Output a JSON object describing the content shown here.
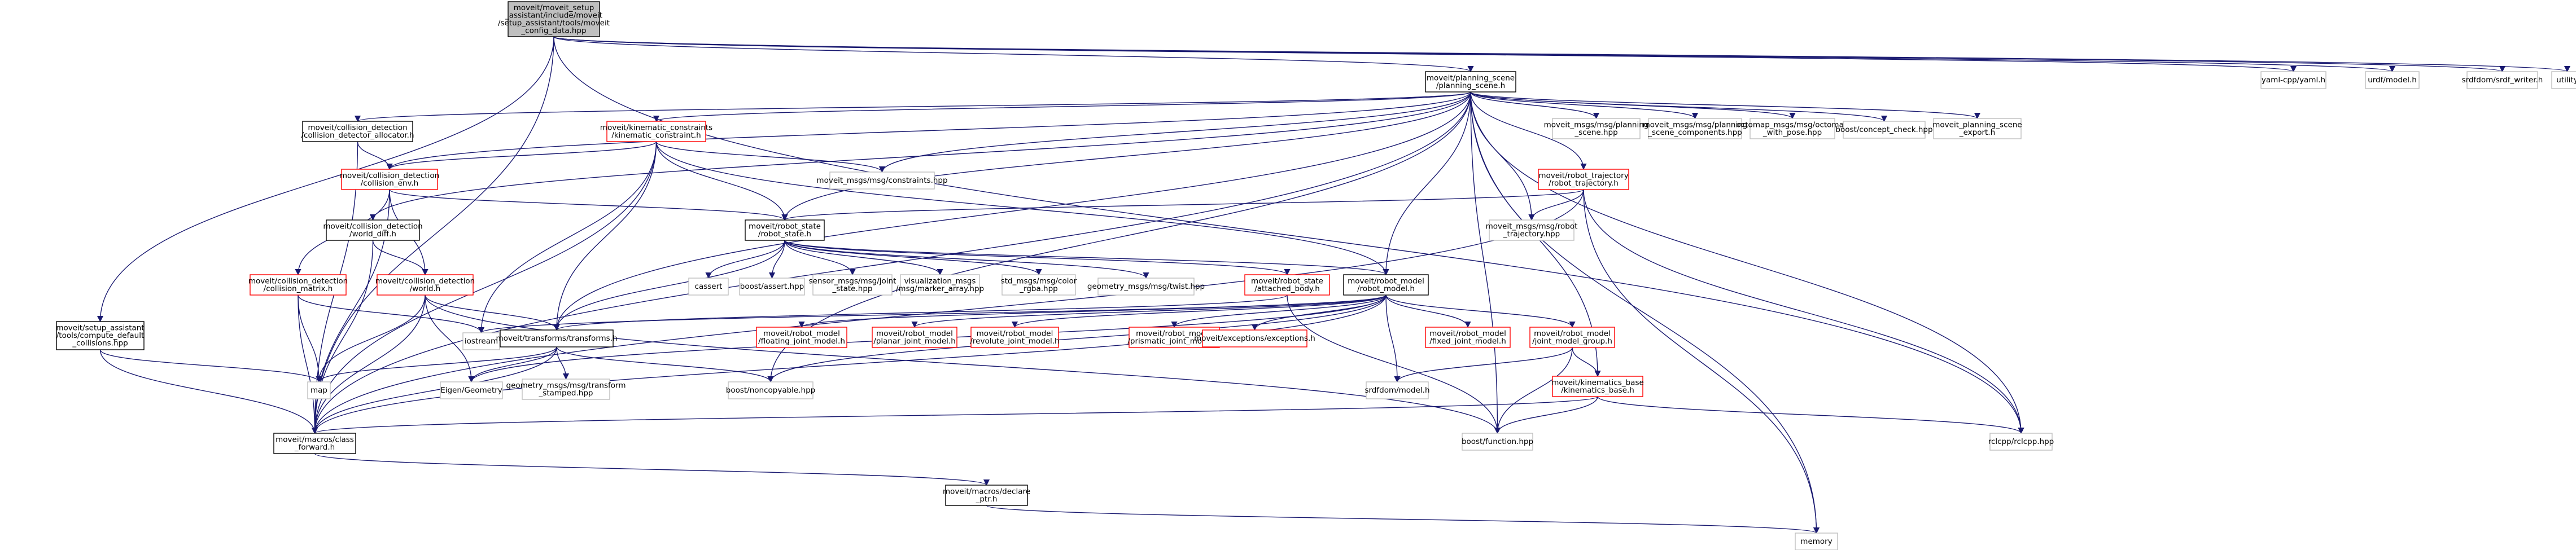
{
  "colors": {
    "root_fill": "#bfbfbf",
    "root_border": "#000000",
    "documented_border": "#000000",
    "documented_fill": "#ffffff",
    "incomplete_border": "#ff0000",
    "external_border": "#bfbfbf",
    "edge": "#191970",
    "text": "#000000"
  },
  "nodes": [
    {
      "id": "root",
      "style": "root",
      "lines": [
        "moveit/moveit_setup",
        "_assistant/include/moveit",
        "/setup_assistant/tools/moveit",
        "_config_data.hpp"
      ]
    },
    {
      "id": "planning_scene",
      "style": "doc",
      "lines": [
        "moveit/planning_scene",
        "/planning_scene.h"
      ]
    },
    {
      "id": "yaml_cpp",
      "style": "ext",
      "lines": [
        "yaml-cpp/yaml.h"
      ]
    },
    {
      "id": "urdf_model",
      "style": "ext",
      "lines": [
        "urdf/model.h"
      ]
    },
    {
      "id": "srdf_writer",
      "style": "ext",
      "lines": [
        "srdfdom/srdf_writer.h"
      ]
    },
    {
      "id": "utility",
      "style": "ext",
      "lines": [
        "utility"
      ]
    },
    {
      "id": "cd_allocator",
      "style": "doc",
      "lines": [
        "moveit/collision_detection",
        "/collision_detector_allocator.h"
      ]
    },
    {
      "id": "kinematic_constraint",
      "style": "inc",
      "lines": [
        "moveit/kinematic_constraints",
        "/kinematic_constraint.h"
      ]
    },
    {
      "id": "msg_planning_scene",
      "style": "ext",
      "lines": [
        "moveit_msgs/msg/planning",
        "_scene.hpp"
      ]
    },
    {
      "id": "msg_ps_components",
      "style": "ext",
      "lines": [
        "moveit_msgs/msg/planning",
        "_scene_components.hpp"
      ]
    },
    {
      "id": "octomap_msg",
      "style": "ext",
      "lines": [
        "octomap_msgs/msg/octomap",
        "_with_pose.hpp"
      ]
    },
    {
      "id": "concept_check",
      "style": "ext",
      "lines": [
        "boost/concept_check.hpp"
      ]
    },
    {
      "id": "ps_export",
      "style": "ext",
      "lines": [
        "moveit_planning_scene",
        "_export.h"
      ]
    },
    {
      "id": "collision_env",
      "style": "inc",
      "lines": [
        "moveit/collision_detection",
        "/collision_env.h"
      ]
    },
    {
      "id": "msg_constraints",
      "style": "ext",
      "lines": [
        "moveit_msgs/msg/constraints.hpp"
      ]
    },
    {
      "id": "robot_trajectory",
      "style": "inc",
      "lines": [
        "moveit/robot_trajectory",
        "/robot_trajectory.h"
      ]
    },
    {
      "id": "world_diff",
      "style": "doc",
      "lines": [
        "moveit/collision_detection",
        "/world_diff.h"
      ]
    },
    {
      "id": "robot_state",
      "style": "doc",
      "lines": [
        "moveit/robot_state",
        "/robot_state.h"
      ]
    },
    {
      "id": "msg_robot_trajectory",
      "style": "ext",
      "lines": [
        "moveit_msgs/msg/robot",
        "_trajectory.hpp"
      ]
    },
    {
      "id": "collision_matrix",
      "style": "inc",
      "lines": [
        "moveit/collision_detection",
        "/collision_matrix.h"
      ]
    },
    {
      "id": "world",
      "style": "inc",
      "lines": [
        "moveit/collision_detection",
        "/world.h"
      ]
    },
    {
      "id": "cassert",
      "style": "ext",
      "lines": [
        "cassert"
      ]
    },
    {
      "id": "boost_assert",
      "style": "ext",
      "lines": [
        "boost/assert.hpp"
      ]
    },
    {
      "id": "sensor_joint_state",
      "style": "ext",
      "lines": [
        "sensor_msgs/msg/joint",
        "_state.hpp"
      ]
    },
    {
      "id": "viz_marker",
      "style": "ext",
      "lines": [
        "visualization_msgs",
        "/msg/marker_array.hpp"
      ]
    },
    {
      "id": "std_color",
      "style": "ext",
      "lines": [
        "std_msgs/msg/color",
        "_rgba.hpp"
      ]
    },
    {
      "id": "geom_twist",
      "style": "ext",
      "lines": [
        "geometry_msgs/msg/twist.hpp"
      ]
    },
    {
      "id": "attached_body",
      "style": "inc",
      "lines": [
        "moveit/robot_state",
        "/attached_body.h"
      ]
    },
    {
      "id": "robot_model",
      "style": "doc",
      "lines": [
        "moveit/robot_model",
        "/robot_model.h"
      ]
    },
    {
      "id": "compute_collisions",
      "style": "doc",
      "lines": [
        "moveit/setup_assistant",
        "/tools/compute_default",
        "_collisions.hpp"
      ]
    },
    {
      "id": "iostream",
      "style": "ext",
      "lines": [
        "iostream"
      ]
    },
    {
      "id": "transforms",
      "style": "doc",
      "lines": [
        "moveit/transforms/transforms.h"
      ]
    },
    {
      "id": "floating_joint",
      "style": "inc",
      "lines": [
        "moveit/robot_model",
        "/floating_joint_model.h"
      ]
    },
    {
      "id": "planar_joint",
      "style": "inc",
      "lines": [
        "moveit/robot_model",
        "/planar_joint_model.h"
      ]
    },
    {
      "id": "revolute_joint",
      "style": "inc",
      "lines": [
        "moveit/robot_model",
        "/revolute_joint_model.h"
      ]
    },
    {
      "id": "prismatic_joint",
      "style": "inc",
      "lines": [
        "moveit/robot_model",
        "/prismatic_joint_model.h"
      ]
    },
    {
      "id": "exceptions",
      "style": "inc",
      "lines": [
        "moveit/exceptions/exceptions.h"
      ]
    },
    {
      "id": "fixed_joint",
      "style": "inc",
      "lines": [
        "moveit/robot_model",
        "/fixed_joint_model.h"
      ]
    },
    {
      "id": "joint_model_group",
      "style": "inc",
      "lines": [
        "moveit/robot_model",
        "/joint_model_group.h"
      ]
    },
    {
      "id": "map",
      "style": "ext",
      "lines": [
        "map"
      ]
    },
    {
      "id": "eigen",
      "style": "ext",
      "lines": [
        "Eigen/Geometry"
      ]
    },
    {
      "id": "geom_transform",
      "style": "ext",
      "lines": [
        "geometry_msgs/msg/transform",
        "_stamped.hpp"
      ]
    },
    {
      "id": "noncopyable",
      "style": "ext",
      "lines": [
        "boost/noncopyable.hpp"
      ]
    },
    {
      "id": "srdf_model",
      "style": "ext",
      "lines": [
        "srdfdom/model.h"
      ]
    },
    {
      "id": "kinematics_base",
      "style": "inc",
      "lines": [
        "moveit/kinematics_base",
        "/kinematics_base.h"
      ]
    },
    {
      "id": "class_forward",
      "style": "doc",
      "lines": [
        "moveit/macros/class",
        "_forward.h"
      ]
    },
    {
      "id": "boost_function",
      "style": "ext",
      "lines": [
        "boost/function.hpp"
      ]
    },
    {
      "id": "rclcpp",
      "style": "ext",
      "lines": [
        "rclcpp/rclcpp.hpp"
      ]
    },
    {
      "id": "declare_ptr",
      "style": "doc",
      "lines": [
        "moveit/macros/declare",
        "_ptr.h"
      ]
    },
    {
      "id": "memory",
      "style": "ext",
      "lines": [
        "memory"
      ]
    }
  ],
  "edges": [
    [
      "root",
      "planning_scene"
    ],
    [
      "root",
      "yaml_cpp"
    ],
    [
      "root",
      "urdf_model"
    ],
    [
      "root",
      "srdf_writer"
    ],
    [
      "root",
      "utility"
    ],
    [
      "root",
      "compute_collisions"
    ],
    [
      "root",
      "class_forward"
    ],
    [
      "root",
      "rclcpp"
    ],
    [
      "planning_scene",
      "cd_allocator"
    ],
    [
      "planning_scene",
      "kinematic_constraint"
    ],
    [
      "planning_scene",
      "msg_planning_scene"
    ],
    [
      "planning_scene",
      "msg_ps_components"
    ],
    [
      "planning_scene",
      "octomap_msg"
    ],
    [
      "planning_scene",
      "concept_check"
    ],
    [
      "planning_scene",
      "ps_export"
    ],
    [
      "planning_scene",
      "collision_env"
    ],
    [
      "planning_scene",
      "msg_constraints"
    ],
    [
      "planning_scene",
      "robot_trajectory"
    ],
    [
      "planning_scene",
      "world_diff"
    ],
    [
      "planning_scene",
      "robot_state"
    ],
    [
      "planning_scene",
      "msg_robot_trajectory"
    ],
    [
      "planning_scene",
      "robot_model"
    ],
    [
      "planning_scene",
      "transforms"
    ],
    [
      "planning_scene",
      "kinematics_base"
    ],
    [
      "planning_scene",
      "noncopyable"
    ],
    [
      "planning_scene",
      "boost_function"
    ],
    [
      "planning_scene",
      "rclcpp"
    ],
    [
      "planning_scene",
      "memory"
    ],
    [
      "planning_scene",
      "class_forward"
    ],
    [
      "cd_allocator",
      "collision_env"
    ],
    [
      "cd_allocator",
      "class_forward"
    ],
    [
      "kinematic_constraint",
      "collision_env"
    ],
    [
      "kinematic_constraint",
      "msg_constraints"
    ],
    [
      "kinematic_constraint",
      "robot_state"
    ],
    [
      "kinematic_constraint",
      "robot_model"
    ],
    [
      "kinematic_constraint",
      "transforms"
    ],
    [
      "kinematic_constraint",
      "iostream"
    ],
    [
      "kinematic_constraint",
      "class_forward"
    ],
    [
      "collision_env",
      "collision_matrix"
    ],
    [
      "collision_env",
      "world"
    ],
    [
      "collision_env",
      "robot_state"
    ],
    [
      "collision_env",
      "class_forward"
    ],
    [
      "world_diff",
      "world"
    ],
    [
      "world_diff",
      "class_forward"
    ],
    [
      "robot_trajectory",
      "robot_state"
    ],
    [
      "robot_trajectory",
      "msg_robot_trajectory"
    ],
    [
      "robot_trajectory",
      "memory"
    ],
    [
      "robot_trajectory",
      "rclcpp"
    ],
    [
      "robot_trajectory",
      "class_forward"
    ],
    [
      "collision_matrix",
      "iostream"
    ],
    [
      "collision_matrix",
      "map"
    ],
    [
      "collision_matrix",
      "class_forward"
    ],
    [
      "world",
      "transforms"
    ],
    [
      "world",
      "eigen"
    ],
    [
      "world",
      "map"
    ],
    [
      "world",
      "class_forward"
    ],
    [
      "world",
      "boost_function"
    ],
    [
      "robot_state",
      "cassert"
    ],
    [
      "robot_state",
      "boost_assert"
    ],
    [
      "robot_state",
      "sensor_joint_state"
    ],
    [
      "robot_state",
      "viz_marker"
    ],
    [
      "robot_state",
      "std_color"
    ],
    [
      "robot_state",
      "geom_twist"
    ],
    [
      "robot_state",
      "attached_body"
    ],
    [
      "robot_state",
      "robot_model"
    ],
    [
      "robot_state",
      "transforms"
    ],
    [
      "attached_body",
      "transforms"
    ],
    [
      "attached_body",
      "boost_function"
    ],
    [
      "robot_model",
      "iostream"
    ],
    [
      "robot_model",
      "floating_joint"
    ],
    [
      "robot_model",
      "planar_joint"
    ],
    [
      "robot_model",
      "revolute_joint"
    ],
    [
      "robot_model",
      "prismatic_joint"
    ],
    [
      "robot_model",
      "exceptions"
    ],
    [
      "robot_model",
      "fixed_joint"
    ],
    [
      "robot_model",
      "joint_model_group"
    ],
    [
      "robot_model",
      "srdf_model"
    ],
    [
      "robot_model",
      "eigen"
    ],
    [
      "robot_model",
      "class_forward"
    ],
    [
      "robot_model",
      "noncopyable"
    ],
    [
      "compute_collisions",
      "map"
    ],
    [
      "compute_collisions",
      "class_forward"
    ],
    [
      "transforms",
      "map"
    ],
    [
      "transforms",
      "eigen"
    ],
    [
      "transforms",
      "geom_transform"
    ],
    [
      "transforms",
      "noncopyable"
    ],
    [
      "transforms",
      "class_forward"
    ],
    [
      "joint_model_group",
      "kinematics_base"
    ],
    [
      "joint_model_group",
      "srdf_model"
    ],
    [
      "joint_model_group",
      "boost_function"
    ],
    [
      "kinematics_base",
      "rclcpp"
    ],
    [
      "kinematics_base",
      "boost_function"
    ],
    [
      "kinematics_base",
      "class_forward"
    ],
    [
      "class_forward",
      "declare_ptr"
    ],
    [
      "declare_ptr",
      "memory"
    ]
  ]
}
